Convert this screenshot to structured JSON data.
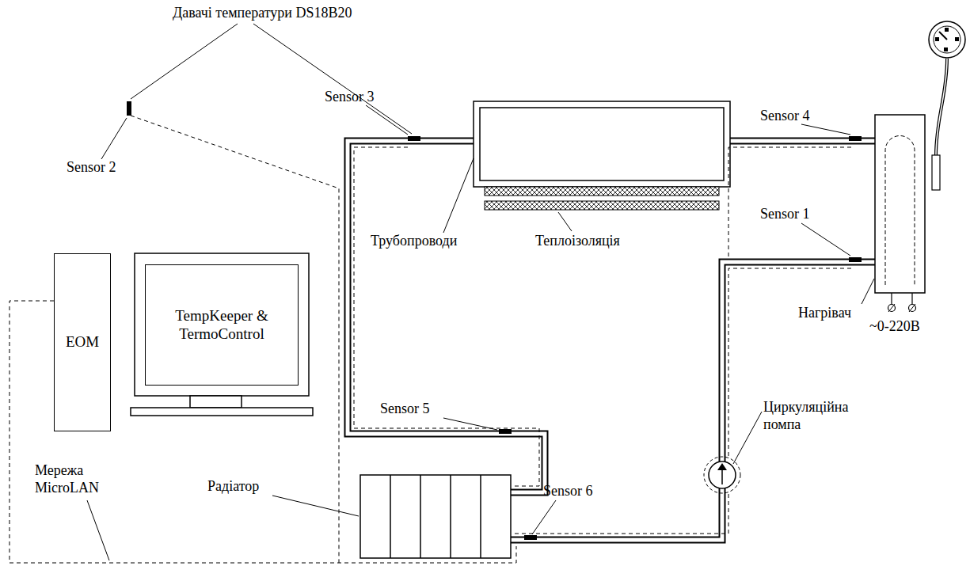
{
  "diagram": {
    "nodes": [
      {
        "text": [
          "ЕОМ"
        ]
      },
      {
        "text": [
          "TempKeeper & TermoControl"
        ]
      }
    ],
    "labels": [
      "Давачі температури DS18B20",
      "Sensor 2",
      "Sensor 3",
      "Sensor 4",
      "Sensor 1",
      "Трубопроводи",
      "Теплоізоляція",
      "Нагрівач",
      "~0-220В",
      "Sensor 5",
      "Циркуляційна помпа",
      "Радіатор",
      "Sensor 6",
      "Мережа MicroLAN"
    ]
  }
}
